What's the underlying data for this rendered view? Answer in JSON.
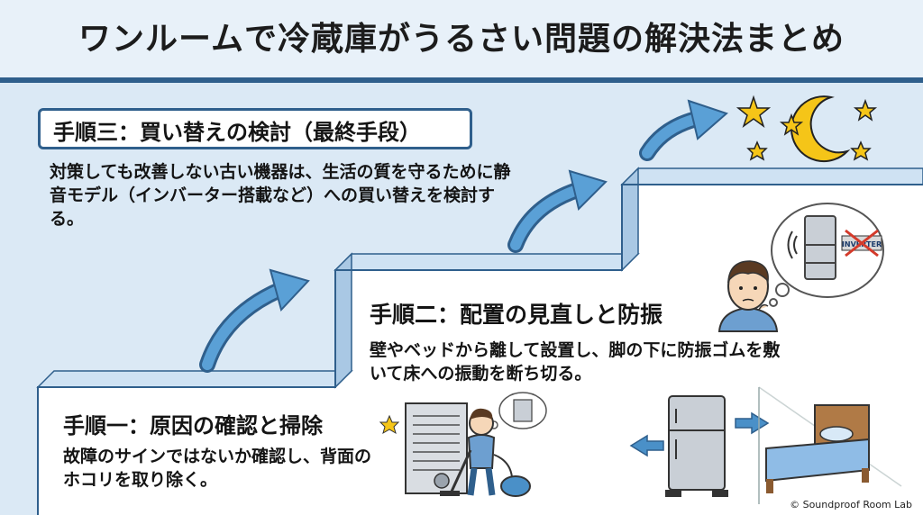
{
  "title": "ワンルームで冷蔵庫がうるさい問題の解決法まとめ",
  "steps": [
    {
      "heading": "手順一：原因の確認と掃除",
      "body": "故障のサインではないか確認し、背面のホコリを取り除く。"
    },
    {
      "heading": "手順二：配置の見直しと防振",
      "body": "壁やベッドから離して設置し、脚の下に防振ゴムを敷いて床への振動を断ち切る。"
    },
    {
      "heading": "手順三：買い替えの検討（最終手段）",
      "body": "対策しても改善しない古い機器は、生活の質を守るために静音モデル（インバーター搭載など）への買い替えを検討する。"
    }
  ],
  "thought_bubble_label": "INVERTER",
  "credit": "© Soundproof Room Lab",
  "colors": {
    "accent": "#2f5f8c",
    "stair_top": "#cfe2f3",
    "arrow": "#4a90c8",
    "star": "#f5c518"
  }
}
